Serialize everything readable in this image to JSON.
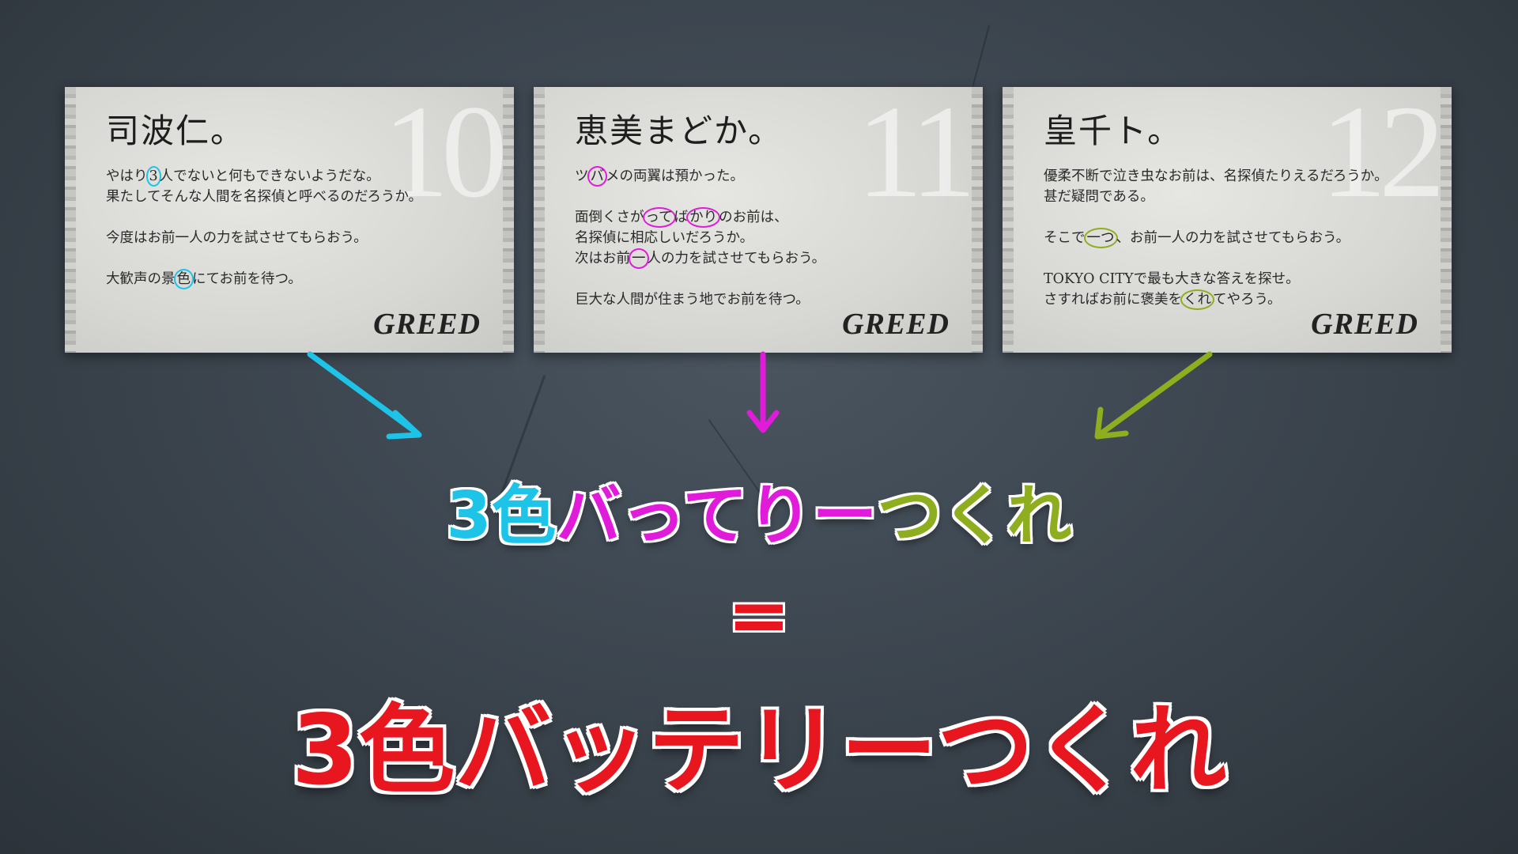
{
  "cards": [
    {
      "number": "10",
      "name": "司波仁。",
      "lines": [
        [
          "やはり",
          "3",
          "人でないと何もできないようだな。"
        ],
        [
          "果たしてそんな人間を名探偵と呼べるのだろうか。"
        ],
        [
          "今度はお前一人の力を試させてもらおう。"
        ],
        [
          "大歓声の景",
          "色",
          "にてお前を待つ。"
        ]
      ],
      "signature": "GREED"
    },
    {
      "number": "11",
      "name": "恵美まどか。",
      "lines": [
        [
          "ツ",
          "バ",
          "メの両翼は預かった。"
        ],
        [
          "面倒くさが",
          "って",
          "ば",
          "かり",
          "のお前は、"
        ],
        [
          "名探偵に相応しいだろうか。"
        ],
        [
          "次はお前",
          "一",
          "人の力を試させてもらおう。"
        ],
        [
          "巨大な人間が住まう地でお前を待つ。"
        ]
      ],
      "signature": "GREED"
    },
    {
      "number": "12",
      "name": "皇千ト。",
      "lines": [
        [
          "優柔不断で泣き虫なお前は、名探偵たりえるだろうか。"
        ],
        [
          "甚だ疑問である。"
        ],
        [
          "そこで",
          "一つ",
          "、お前一人の力を試させてもらおう。"
        ],
        [
          "TOKYO CITYで最も大きな答えを探せ。"
        ],
        [
          "さすればお前に褒美を",
          "くれ",
          "てやろう。"
        ]
      ],
      "signature": "GREED"
    }
  ],
  "phrase_top": {
    "part_cyan": "3色",
    "part_magenta": "バってりー",
    "part_green": "つくれ"
  },
  "equals": "=",
  "phrase_bottom": "3色バッテリーつくれ",
  "colors": {
    "cyan": "#1ec3e8",
    "magenta": "#e01bd9",
    "green": "#8fae1f",
    "red": "#e8161e"
  }
}
